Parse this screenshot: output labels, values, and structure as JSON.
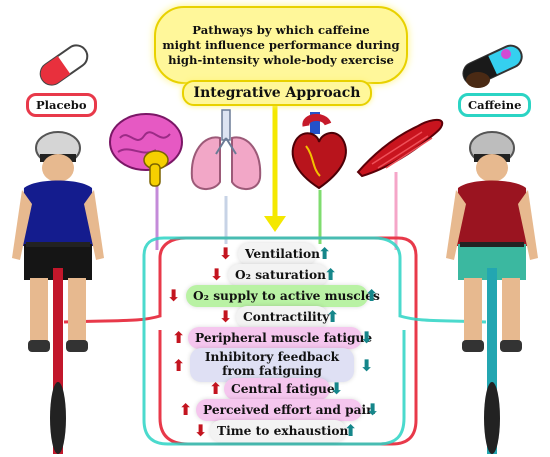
{
  "title_lines": [
    "Pathways by which caffeine",
    "might influence performance during",
    "high-intensity whole-body exercise"
  ],
  "approach_label": "Integrative Approach",
  "groups": {
    "placebo": "Placebo",
    "caffeine": "Caffeine"
  },
  "organs": [
    "brain-icon",
    "lungs-icon",
    "heart-icon",
    "muscle-icon"
  ],
  "outcomes": [
    {
      "label": "Ventilation",
      "placebo": "down",
      "caffeine": "up",
      "color": "#f3f3f3"
    },
    {
      "label": "O₂ saturation",
      "placebo": "down",
      "caffeine": "up",
      "color": "#f3f3f3"
    },
    {
      "label": "O₂ supply to active muscles",
      "placebo": "down",
      "caffeine": "up",
      "color": "#b9f2a4"
    },
    {
      "label": "Contractility",
      "placebo": "down",
      "caffeine": "up",
      "color": "#f3f3f3"
    },
    {
      "label": "Peripheral muscle fatigue",
      "placebo": "up",
      "caffeine": "down",
      "color": "#f5c6ee"
    },
    {
      "label": "Inhibitory feedback from fatiguing muscle",
      "placebo": "up",
      "caffeine": "down",
      "color": "#dfe0f4"
    },
    {
      "label": "Central fatigue",
      "placebo": "up",
      "caffeine": "down",
      "color": "#f5c6ee"
    },
    {
      "label": "Perceived effort and pain",
      "placebo": "up",
      "caffeine": "down",
      "color": "#f5c6ee"
    },
    {
      "label": "Time to exhaustion",
      "placebo": "down",
      "caffeine": "up",
      "color": "#f3f3f3"
    }
  ],
  "colors": {
    "placebo": "#e8394a",
    "caffeine": "#2bd4c4",
    "title_fill": "#fff79a",
    "title_border": "#e8d100"
  }
}
